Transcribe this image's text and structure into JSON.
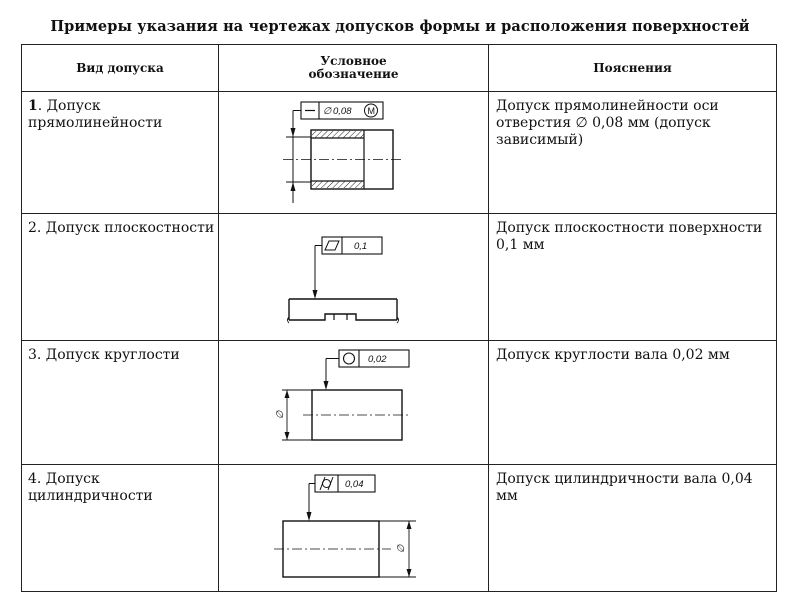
{
  "title": "Примеры указания на чертежах допусков формы и расположения поверхностей",
  "headers": {
    "col1": "Вид допуска",
    "col2_line1": "Условное",
    "col2_line2": "обозначение",
    "col3": "Пояснения"
  },
  "rows": [
    {
      "num": "1",
      "name_rest": ". Допуск прямолинейности",
      "tolerance": "0,08",
      "modifier": "M",
      "note": "Допуск прямолинейности оси отверстия ∅ 0,08 мм (допуск зависимый)"
    },
    {
      "name": "2. Допуск плоскостности",
      "tolerance": "0,1",
      "note": "Допуск плоскостности поверхности 0,1 мм"
    },
    {
      "name": "3. Допуск круглости",
      "tolerance": "0,02",
      "note": "Допуск круглости вала 0,02 мм"
    },
    {
      "name": "4. Допуск цилиндричности",
      "tolerance": "0,04",
      "note": "Допуск цилиндричности вала 0,04 мм"
    }
  ],
  "symbols": {
    "straightness": "—",
    "diameter": "∅",
    "flatness": "▱",
    "circularity": "○",
    "cylindricity": "⌭"
  }
}
